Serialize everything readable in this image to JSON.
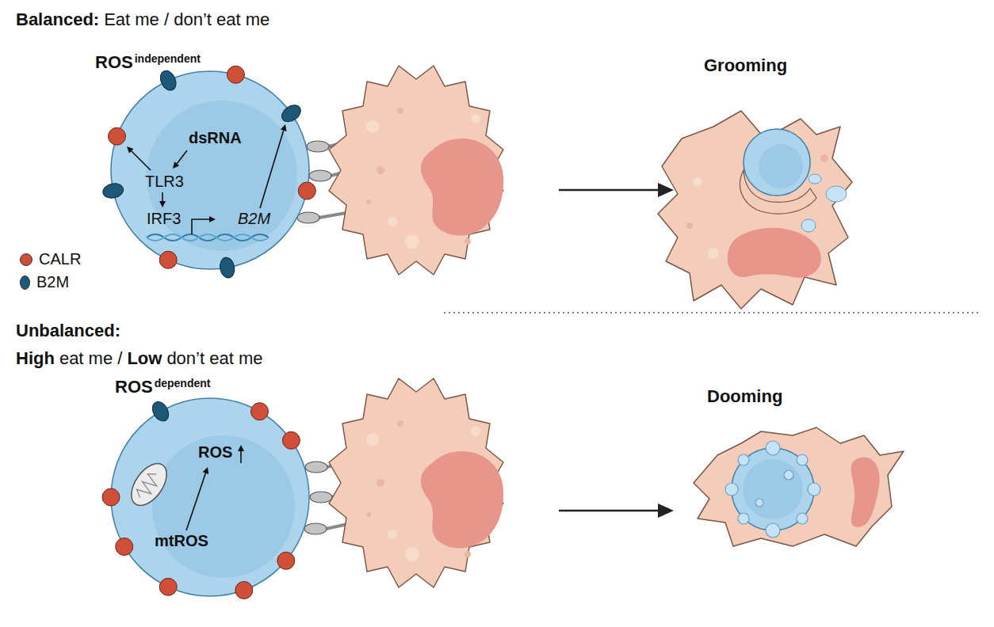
{
  "diagram": {
    "nodes": [
      {
        "text": [
          "dsRNA",
          "TLR3",
          "IRF3",
          "B2M"
        ]
      },
      {
        "text": [
          "ROS",
          "mtROS"
        ]
      }
    ],
    "labels": [
      "Balanced:",
      "Eat me / don’t eat me",
      "ROS",
      "independent",
      "Grooming",
      "Unbalanced:",
      "High",
      "eat me /",
      "Low",
      "don’t eat me",
      "ROS",
      "dependent",
      "Dooming"
    ],
    "legend": [
      {
        "text": "CALR",
        "color": "#cf4f38"
      },
      {
        "text": "B2M",
        "color": "#1e5878"
      }
    ]
  }
}
